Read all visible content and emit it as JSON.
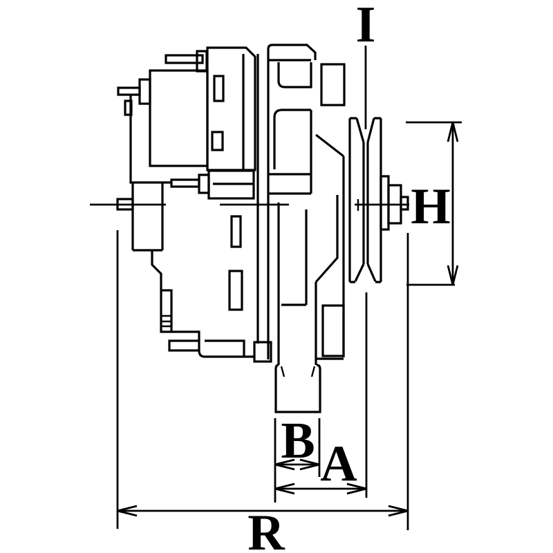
{
  "figure": {
    "subject": "alternator-side-view-technical-drawing",
    "background_color": "#ffffff",
    "line_color": "#000000",
    "dimension_labels": {
      "pulley_groove": "I",
      "pulley_diameter": "H",
      "lug_width": "B",
      "lug_to_pulley_face": "A",
      "overall_length": "R"
    }
  }
}
